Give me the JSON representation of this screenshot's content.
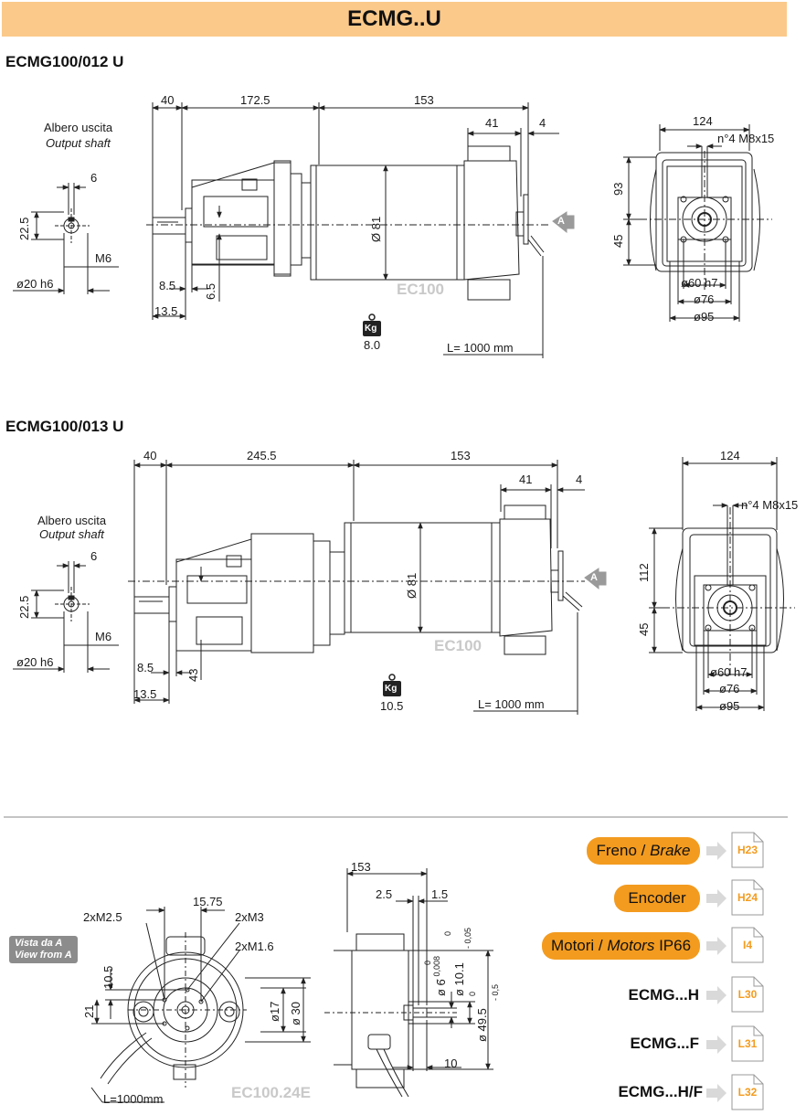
{
  "header": {
    "title": "ECMG..U"
  },
  "sections": [
    {
      "title": "ECMG100/012 U",
      "output_shaft_it": "Albero uscita",
      "output_shaft_en": "Output shaft",
      "shaft_dims": {
        "key": "6",
        "height": "22.5",
        "thread": "M6",
        "diameter": "ø20 h6"
      },
      "side_dims": {
        "d40": "40",
        "d_gear": "172.5",
        "d_motor": "153",
        "d41": "41",
        "d4": "4",
        "d81": "Ø 81",
        "d8_5": "8.5",
        "d13_5": "13.5",
        "d_small": "6.5"
      },
      "motor_label": "EC100",
      "weight_badge": "Kg",
      "weight": "8.0",
      "cable": "L= 1000 mm",
      "view_marker": "A",
      "front_dims": {
        "d124": "124",
        "holes": "n°4 M8x15",
        "d93": "93",
        "d45": "45",
        "d60": "ø60 h7",
        "d76": "ø76",
        "d95": "ø95"
      }
    },
    {
      "title": "ECMG100/013 U",
      "output_shaft_it": "Albero uscita",
      "output_shaft_en": "Output shaft",
      "shaft_dims": {
        "key": "6",
        "height": "22.5",
        "thread": "M6",
        "diameter": "ø20 h6"
      },
      "side_dims": {
        "d40": "40",
        "d_gear": "245.5",
        "d_motor": "153",
        "d41": "41",
        "d4": "4",
        "d81": "Ø 81",
        "d8_5": "8.5",
        "d13_5": "13.5",
        "d_small": "43"
      },
      "motor_label": "EC100",
      "weight_badge": "Kg",
      "weight": "10.5",
      "cable": "L= 1000 mm",
      "view_marker": "A",
      "front_dims": {
        "d124": "124",
        "holes": "n°4 M8x15",
        "d112": "112",
        "d45": "45",
        "d60": "ø60 h7",
        "d76": "ø76",
        "d95": "ø95"
      }
    }
  ],
  "detail": {
    "vista_it": "Vista da A",
    "vista_en": "View from  A",
    "front": {
      "m25": "2xM2.5",
      "d15_75": "15.75",
      "m3": "2xM3",
      "m16": "2xM1.6",
      "d10_5": "10.5",
      "d21": "21",
      "d17": "ø17",
      "d30": "ø 30",
      "cable": "L=1000mm"
    },
    "side": {
      "d153": "153",
      "d2_5": "2.5",
      "d1_5": "1.5",
      "d6": "ø 6",
      "tol6_top": "0",
      "tol6_bot": "- 0,008",
      "d10_1": "ø 10.1",
      "tol10_top": "0",
      "tol10_bot": "- 0,05",
      "d49_5": "ø 49.5",
      "tol49_top": "0",
      "tol49_bot": "- 0,5",
      "d10": "10"
    },
    "encoder_label": "EC100.24E"
  },
  "links": [
    {
      "label_plain": "Freno / ",
      "label_italic": "Brake",
      "code": "H23",
      "style": "pill"
    },
    {
      "label_plain": "Encoder",
      "label_italic": "",
      "code": "H24",
      "style": "pill"
    },
    {
      "label_plain": "Motori / ",
      "label_italic": "Motors",
      "label_suffix": "IP66",
      "code": "I4",
      "style": "pill"
    },
    {
      "label_plain": "ECMG...H",
      "code": "L30",
      "style": "bold"
    },
    {
      "label_plain": "ECMG...F",
      "code": "L31",
      "style": "bold"
    },
    {
      "label_plain": "ECMG...H/F",
      "code": "L32",
      "style": "bold"
    }
  ],
  "colors": {
    "title_bar": "#fbc98a",
    "pill": "#f39b1f",
    "code_text": "#f39b1f",
    "ghost_label": "#c9c9c9",
    "marker": "#9a9a9a"
  }
}
